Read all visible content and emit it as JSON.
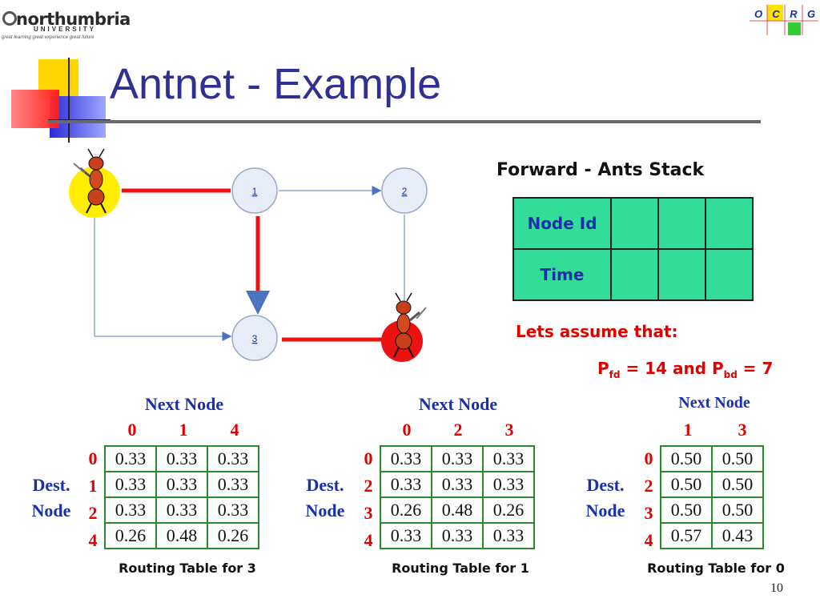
{
  "header": {
    "logo_name": "northumbria",
    "logo_sub": "UNIVERSITY",
    "logo_tagline": "great learning  great experience  great future",
    "ocrg": [
      "O",
      "C",
      "R",
      "G"
    ]
  },
  "title": "Antnet - Example",
  "page_number": "10",
  "graph": {
    "nodes": [
      "1",
      "2",
      "3"
    ]
  },
  "stack": {
    "title": "Forward - Ants Stack",
    "rows": [
      "Node Id",
      "Time"
    ]
  },
  "assumption": {
    "heading": "Lets assume that:",
    "formula_p": "P",
    "formula_sub": "fd",
    "formula_rest": " = 14 and P",
    "formula_sub2": "bd",
    "formula_end": " = 7"
  },
  "tables": [
    {
      "header": "Next Node",
      "columns": [
        "0",
        "1",
        "4"
      ],
      "dest_label": [
        "Dest.",
        "Node"
      ],
      "rows": [
        "0",
        "1",
        "2",
        "4"
      ],
      "cells": [
        [
          "0.33",
          "0.33",
          "0.33"
        ],
        [
          "0.33",
          "0.33",
          "0.33"
        ],
        [
          "0.33",
          "0.33",
          "0.33"
        ],
        [
          "0.26",
          "0.48",
          "0.26"
        ]
      ],
      "caption": "Routing Table for 3"
    },
    {
      "header": "Next Node",
      "columns": [
        "0",
        "2",
        "3"
      ],
      "dest_label": [
        "Dest.",
        "Node"
      ],
      "rows": [
        "0",
        "2",
        "3",
        "4"
      ],
      "cells": [
        [
          "0.33",
          "0.33",
          "0.33"
        ],
        [
          "0.33",
          "0.33",
          "0.33"
        ],
        [
          "0.26",
          "0.48",
          "0.26"
        ],
        [
          "0.33",
          "0.33",
          "0.33"
        ]
      ],
      "caption": "Routing Table for 1"
    },
    {
      "header": "Next Node",
      "columns": [
        "1",
        "3"
      ],
      "dest_label": [
        "Dest.",
        "Node"
      ],
      "rows": [
        "0",
        "2",
        "3",
        "4"
      ],
      "cells": [
        [
          "0.50",
          "0.50"
        ],
        [
          "0.50",
          "0.50"
        ],
        [
          "0.50",
          "0.50"
        ],
        [
          "0.57",
          "0.43"
        ]
      ],
      "caption": "Routing Table for 0"
    }
  ]
}
